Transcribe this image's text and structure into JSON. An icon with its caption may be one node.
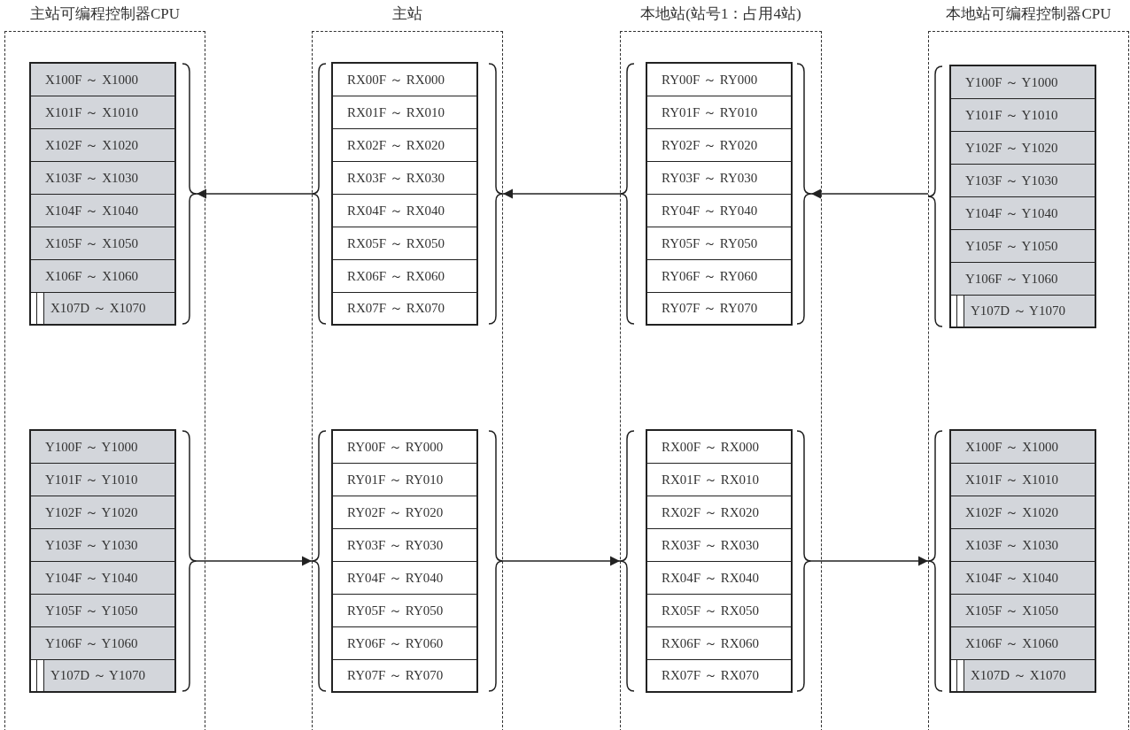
{
  "diagram": {
    "nodes": [
      {
        "text": [
          "主站可编程控制器CPU"
        ]
      },
      {
        "text": [],
        "shape": "box",
        "in": 0
      },
      {
        "text": [
          "X100F ～ X1000"
        ],
        "in": 1
      },
      {
        "text": [
          "X101F ～ X1010"
        ],
        "in": 1
      },
      {
        "text": [
          "X102F ～ X1020"
        ],
        "in": 1
      },
      {
        "text": [
          "X103F ～ X1030"
        ],
        "in": 1
      },
      {
        "text": [
          "X104F ～ X1040"
        ],
        "in": 1
      },
      {
        "text": [
          "X105F ～ X1050"
        ],
        "in": 1
      },
      {
        "text": [
          "X106F ～ X1060"
        ],
        "in": 1
      },
      {
        "text": [
          "X107D ～ X1070"
        ],
        "in": 1
      },
      {
        "text": [],
        "shape": "box",
        "in": 0
      },
      {
        "text": [
          "Y100F ～ Y1000"
        ],
        "in": 10
      },
      {
        "text": [
          "Y101F ～ Y1010"
        ],
        "in": 10
      },
      {
        "text": [
          "Y102F ～ Y1020"
        ],
        "in": 10
      },
      {
        "text": [
          "Y103F ～ Y1030"
        ],
        "in": 10
      },
      {
        "text": [
          "Y104F ～ Y1040"
        ],
        "in": 10
      },
      {
        "text": [
          "Y105F ～ Y1050"
        ],
        "in": 10
      },
      {
        "text": [
          "Y106F ～ Y1060"
        ],
        "in": 10
      },
      {
        "text": [
          "Y107D ～ Y1070"
        ],
        "in": 10
      },
      {
        "text": [
          "主站"
        ]
      },
      {
        "text": [],
        "shape": "box",
        "in": 19
      },
      {
        "text": [
          "RX00F ～ RX000"
        ],
        "in": 20
      },
      {
        "text": [
          "RX01F ～ RX010"
        ],
        "in": 20
      },
      {
        "text": [
          "RX02F ～ RX020"
        ],
        "in": 20
      },
      {
        "text": [
          "RX03F ～ RX030"
        ],
        "in": 20
      },
      {
        "text": [
          "RX04F ～ RX040"
        ],
        "in": 20
      },
      {
        "text": [
          "RX05F ～ RX050"
        ],
        "in": 20
      },
      {
        "text": [
          "RX06F ～ RX060"
        ],
        "in": 20
      },
      {
        "text": [
          "RX07F ～ RX070"
        ],
        "in": 20
      },
      {
        "text": [],
        "shape": "box",
        "in": 19
      },
      {
        "text": [
          "RY00F ～ RY000"
        ],
        "in": 29
      },
      {
        "text": [
          "RY01F ～ RY010"
        ],
        "in": 29
      },
      {
        "text": [
          "RY02F ～ RY020"
        ],
        "in": 29
      },
      {
        "text": [
          "RY03F ～ RY030"
        ],
        "in": 29
      },
      {
        "text": [
          "RY04F ～ RY040"
        ],
        "in": 29
      },
      {
        "text": [
          "RY05F ～ RY050"
        ],
        "in": 29
      },
      {
        "text": [
          "RY06F ～ RY060"
        ],
        "in": 29
      },
      {
        "text": [
          "RY07F ～ RY070"
        ],
        "in": 29
      },
      {
        "text": [
          "本地站(站号1：占用4站)"
        ]
      },
      {
        "text": [],
        "shape": "box",
        "in": 38
      },
      {
        "text": [
          "RY00F ～ RY000"
        ],
        "in": 39
      },
      {
        "text": [
          "RY01F ～ RY010"
        ],
        "in": 39
      },
      {
        "text": [
          "RY02F ～ RY020"
        ],
        "in": 39
      },
      {
        "text": [
          "RY03F ～ RY030"
        ],
        "in": 39
      },
      {
        "text": [
          "RY04F ～ RY040"
        ],
        "in": 39
      },
      {
        "text": [
          "RY05F ～ RY050"
        ],
        "in": 39
      },
      {
        "text": [
          "RY06F ～ RY060"
        ],
        "in": 39
      },
      {
        "text": [
          "RY07F ～ RY070"
        ],
        "in": 39
      },
      {
        "text": [],
        "shape": "box",
        "in": 38
      },
      {
        "text": [
          "RX00F ～ RX000"
        ],
        "in": 48
      },
      {
        "text": [
          "RX01F ～ RX010"
        ],
        "in": 48
      },
      {
        "text": [
          "RX02F ～ RX020"
        ],
        "in": 48
      },
      {
        "text": [
          "RX03F ～ RX030"
        ],
        "in": 48
      },
      {
        "text": [
          "RX04F ～ RX040"
        ],
        "in": 48
      },
      {
        "text": [
          "RX05F ～ RX050"
        ],
        "in": 48
      },
      {
        "text": [
          "RX06F ～ RX060"
        ],
        "in": 48
      },
      {
        "text": [
          "RX07F ～ RX070"
        ],
        "in": 48
      },
      {
        "text": [
          "本地站可编程控制器CPU"
        ]
      },
      {
        "text": [],
        "shape": "box",
        "in": 57
      },
      {
        "text": [
          "Y100F ～ Y1000"
        ],
        "in": 58
      },
      {
        "text": [
          "Y101F ～ Y1010"
        ],
        "in": 58
      },
      {
        "text": [
          "Y102F ～ Y1020"
        ],
        "in": 58
      },
      {
        "text": [
          "Y103F ～ Y1030"
        ],
        "in": 58
      },
      {
        "text": [
          "Y104F ～ Y1040"
        ],
        "in": 58
      },
      {
        "text": [
          "Y105F ～ Y1050"
        ],
        "in": 58
      },
      {
        "text": [
          "Y106F ～ Y1060"
        ],
        "in": 58
      },
      {
        "text": [
          "Y107D ～ Y1070"
        ],
        "in": 58
      },
      {
        "text": [],
        "shape": "box",
        "in": 57
      },
      {
        "text": [
          "X100F ～ X1000"
        ],
        "in": 67
      },
      {
        "text": [
          "X101F ～ X1010"
        ],
        "in": 67
      },
      {
        "text": [
          "X102F ～ X1020"
        ],
        "in": 67
      },
      {
        "text": [
          "X103F ～ X1030"
        ],
        "in": 67
      },
      {
        "text": [
          "X104F ～ X1040"
        ],
        "in": 67
      },
      {
        "text": [
          "X105F ～ X1050"
        ],
        "in": 67
      },
      {
        "text": [
          "X106F ～ X1060"
        ],
        "in": 67
      },
      {
        "text": [
          "X107D ～ X1070"
        ],
        "in": 67
      }
    ],
    "edges": [
      {
        "from": 20,
        "to": 1,
        "arrow": "to"
      },
      {
        "from": 39,
        "to": 20,
        "arrow": "to"
      },
      {
        "from": 58,
        "to": 39,
        "arrow": "to"
      },
      {
        "from": 10,
        "to": 29,
        "arrow": "to"
      },
      {
        "from": 29,
        "to": 48,
        "arrow": "to"
      },
      {
        "from": 48,
        "to": 67,
        "arrow": "to"
      }
    ]
  }
}
